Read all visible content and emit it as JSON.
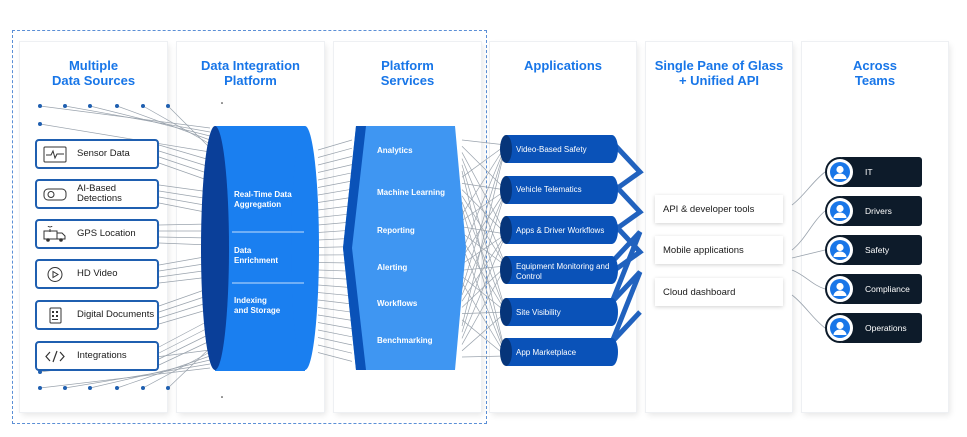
{
  "columns": {
    "sources": "Multiple\nData Sources",
    "integration": "Data Integration\nPlatform",
    "services": "Platform\nServices",
    "applications": "Applications",
    "pane": "Single Pane of Glass\n+ Unified API",
    "teams": "Across\nTeams"
  },
  "sources": [
    {
      "label": "Sensor Data",
      "icon": "pulse-monitor-icon"
    },
    {
      "label": "AI-Based\nDetections",
      "icon": "dashcam-icon"
    },
    {
      "label": "GPS Location",
      "icon": "truck-location-icon"
    },
    {
      "label": "HD Video",
      "icon": "play-icon"
    },
    {
      "label": "Digital Documents",
      "icon": "document-icon"
    },
    {
      "label": "Integrations",
      "icon": "code-brackets-icon"
    }
  ],
  "integration": [
    "Real-Time Data\nAggregation",
    "Data\nEnrichment",
    "Indexing\nand Storage"
  ],
  "services": [
    "Analytics",
    "Machine Learning",
    "Reporting",
    "Alerting",
    "Workflows",
    "Benchmarking"
  ],
  "applications": [
    "Video-Based Safety",
    "Vehicle Telematics",
    "Apps & Driver Workflows",
    "Equipment Monitoring and\nControl",
    "Site Visibility",
    "App Marketplace"
  ],
  "pane": [
    "API & developer tools",
    "Mobile applications",
    "Cloud dashboard"
  ],
  "teams": [
    "IT",
    "Drivers",
    "Safety",
    "Compliance",
    "Operations"
  ],
  "colors": {
    "accent": "#1876e8",
    "dark_blue": "#0a52b8",
    "navy": "#0d1b2a"
  }
}
